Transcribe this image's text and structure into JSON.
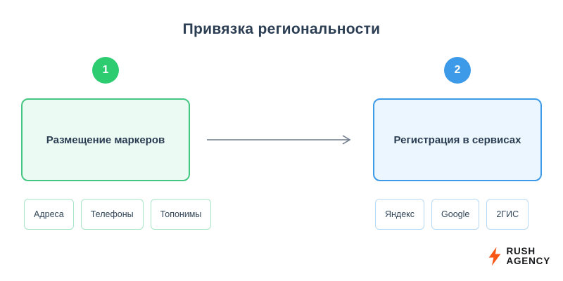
{
  "title": "Привязка региональности",
  "steps": [
    {
      "number": "1",
      "label": "Размещение маркеров",
      "accent_color": "#2ecc71",
      "box_background": "#ebfaf2",
      "items": [
        "Адреса",
        "Телефоны",
        "Топонимы"
      ]
    },
    {
      "number": "2",
      "label": "Регистрация в сервисах",
      "accent_color": "#3d9ae8",
      "box_background": "#ecf6fe",
      "items": [
        "Яндекс",
        "Google",
        "2ГИС"
      ]
    }
  ],
  "arrow": {
    "direction": "left-to-right",
    "color": "#6e7b8a"
  },
  "logo": {
    "line1": "RUSH",
    "line2": "AGENCY",
    "bolt_color": "#f95616"
  }
}
